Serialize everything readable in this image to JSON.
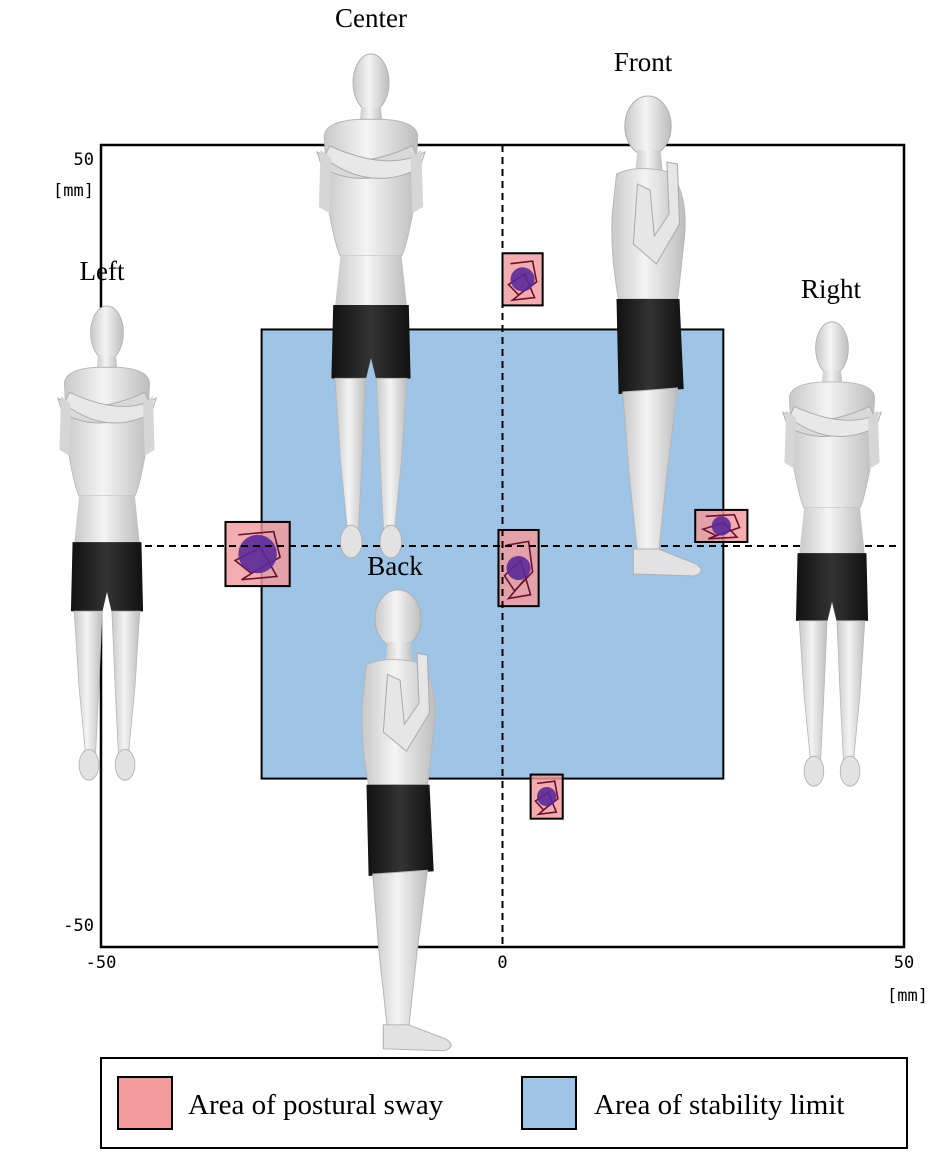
{
  "plot": {
    "xlim": [
      -50,
      50
    ],
    "ylim": [
      -50,
      50
    ],
    "x_ticks": [
      "-50",
      "0",
      "50"
    ],
    "y_ticks": [
      "50",
      "-50"
    ],
    "x_unit": "[mm]",
    "y_unit": "[mm]",
    "stability_limit": {
      "x": [
        -30,
        27.5
      ],
      "y": [
        -29,
        27
      ]
    },
    "sway_areas": [
      {
        "pose": "Center",
        "x": [
          -0.5,
          4.5
        ],
        "y": [
          -7.5,
          2
        ]
      },
      {
        "pose": "Front",
        "x": [
          0,
          5
        ],
        "y": [
          30,
          36.5
        ]
      },
      {
        "pose": "Back",
        "x": [
          3.5,
          7.5
        ],
        "y": [
          -34,
          -28.5
        ]
      },
      {
        "pose": "Left",
        "x": [
          -34.5,
          -26.5
        ],
        "y": [
          -5,
          3
        ]
      },
      {
        "pose": "Right",
        "x": [
          24,
          30.5
        ],
        "y": [
          0.5,
          4.5
        ]
      }
    ]
  },
  "figures": [
    {
      "name": "center",
      "label": "Center",
      "view": "front"
    },
    {
      "name": "front",
      "label": "Front",
      "view": "side"
    },
    {
      "name": "left",
      "label": "Left",
      "view": "front"
    },
    {
      "name": "right",
      "label": "Right",
      "view": "front"
    },
    {
      "name": "back",
      "label": "Back",
      "view": "side"
    }
  ],
  "legend": {
    "sway_label": "Area of postural sway",
    "stability_label": "Area of stability limit"
  },
  "colors": {
    "stability": "#9fc4e6",
    "sway": "#f19b9c",
    "trace": "#6a1030",
    "centroid": "#5a2a99",
    "skin": "#e4e4e4",
    "shorts": "#1e1e1e"
  }
}
